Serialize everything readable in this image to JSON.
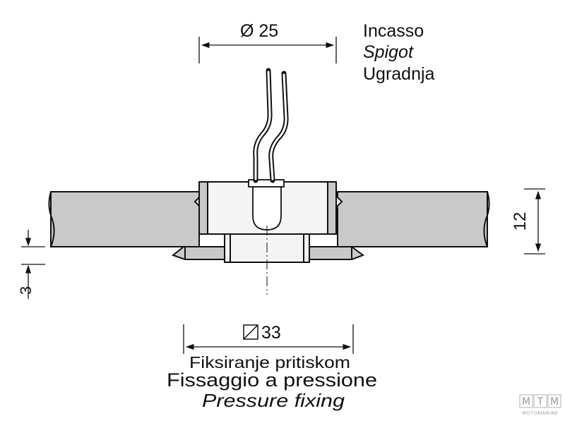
{
  "labels": {
    "top_diameter": "Ø 25",
    "bottom_diameter": "33",
    "height_dim": "12",
    "thickness_dim": "3"
  },
  "top_title": {
    "line1": "Incasso",
    "line2": "Spigot",
    "line3": "Ugradnja"
  },
  "bottom_title": {
    "line1": "Fiksiranje pritiskom",
    "line2": "Fissaggio a pressione",
    "line3": "Pressure fixing"
  },
  "logo": {
    "letters": [
      "M",
      "T",
      "M"
    ],
    "subtitle": "MOTOMARINE"
  },
  "colors": {
    "panel_fill": "#c9c9c9",
    "body_fill": "#f4f4f4",
    "stroke": "#111111"
  }
}
